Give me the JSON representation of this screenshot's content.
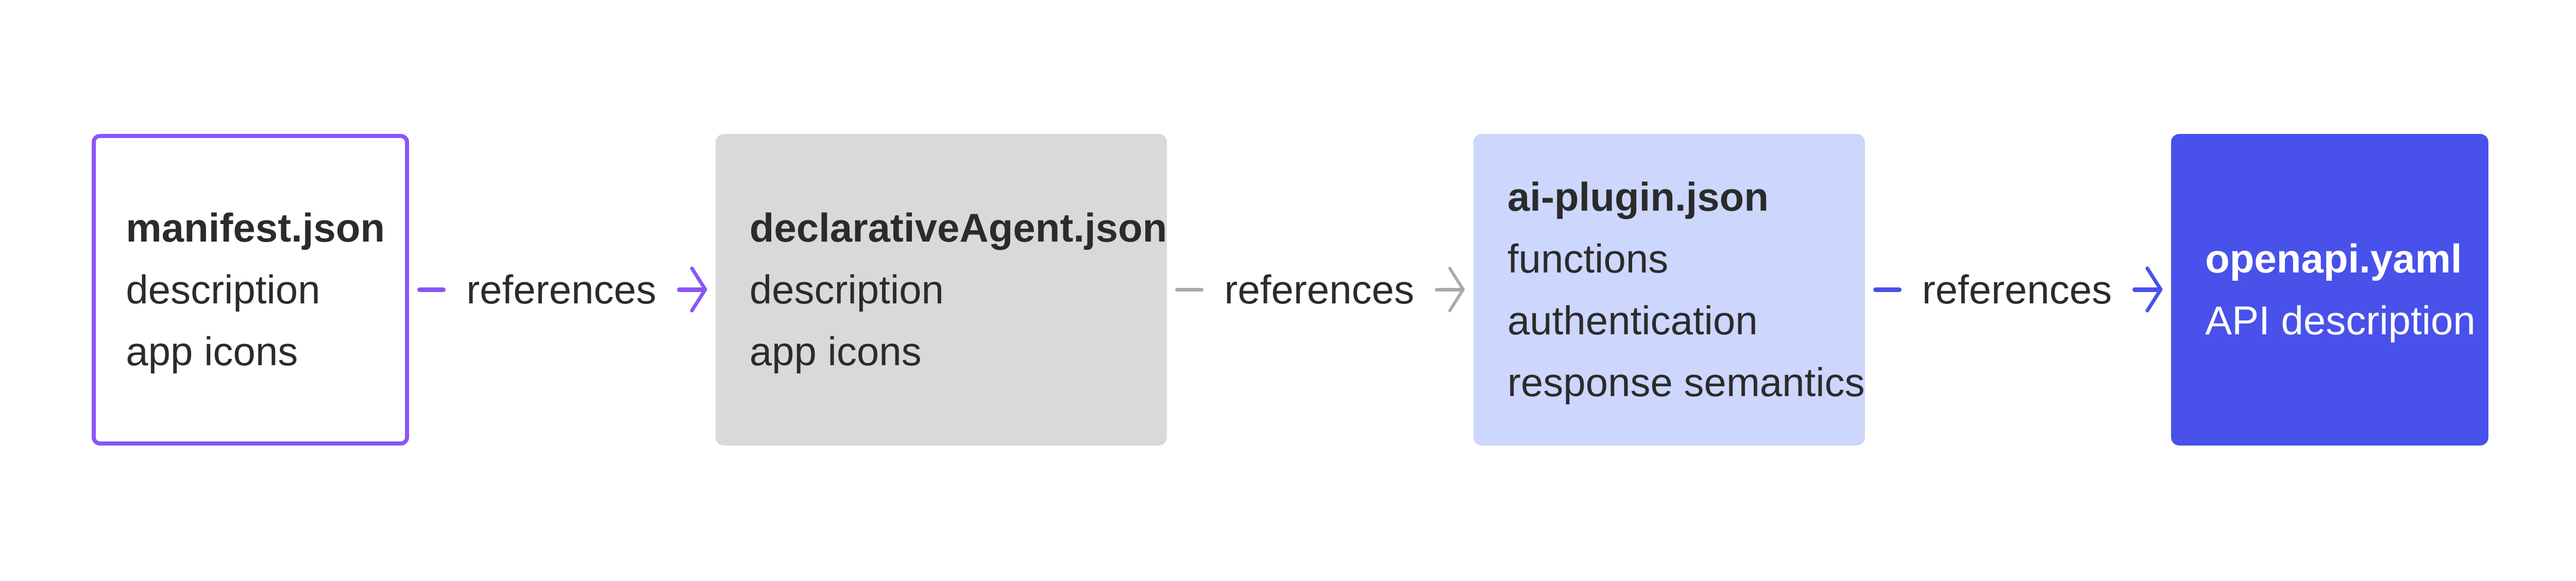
{
  "nodes": [
    {
      "title": "manifest.json",
      "lines": [
        "description",
        "app icons"
      ],
      "color": "#8b55f7"
    },
    {
      "title": "declarativeAgent.json",
      "lines": [
        "description",
        "app icons"
      ],
      "color": "#d9d9d9"
    },
    {
      "title": "ai-plugin.json",
      "lines": [
        "functions",
        "authentication",
        "response semantics"
      ],
      "color": "#cdd6fd"
    },
    {
      "title": "openapi.yaml",
      "lines": [
        "API description"
      ],
      "color": "#4851ea"
    }
  ],
  "edges": [
    {
      "label": "references",
      "color": "#8b55f7"
    },
    {
      "label": "references",
      "color": "#aaaaaa"
    },
    {
      "label": "references",
      "color": "#4851ea"
    }
  ]
}
